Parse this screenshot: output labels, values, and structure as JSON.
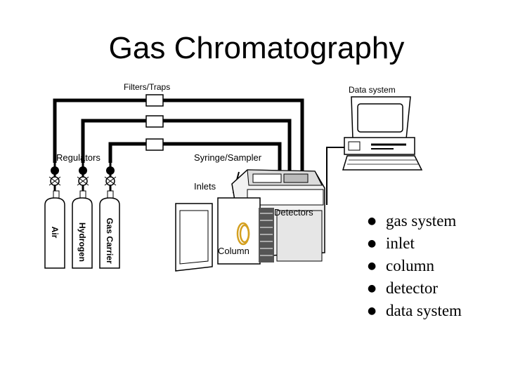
{
  "slide": {
    "title": "Gas Chromatography",
    "bullets": [
      "gas system",
      "inlet",
      "column",
      "detector",
      "data system"
    ]
  },
  "diagram": {
    "filters_label": "Filters/Traps",
    "data_system_label": "Data system",
    "regulators_label": "Regulators",
    "syringe_label": "Syringe/Sampler",
    "inlets_label": "Inlets",
    "detectors_label": "Detectors",
    "column_label": "Column",
    "cylinders": [
      "Air",
      "Hydrogen",
      "Gas Carrier"
    ]
  }
}
